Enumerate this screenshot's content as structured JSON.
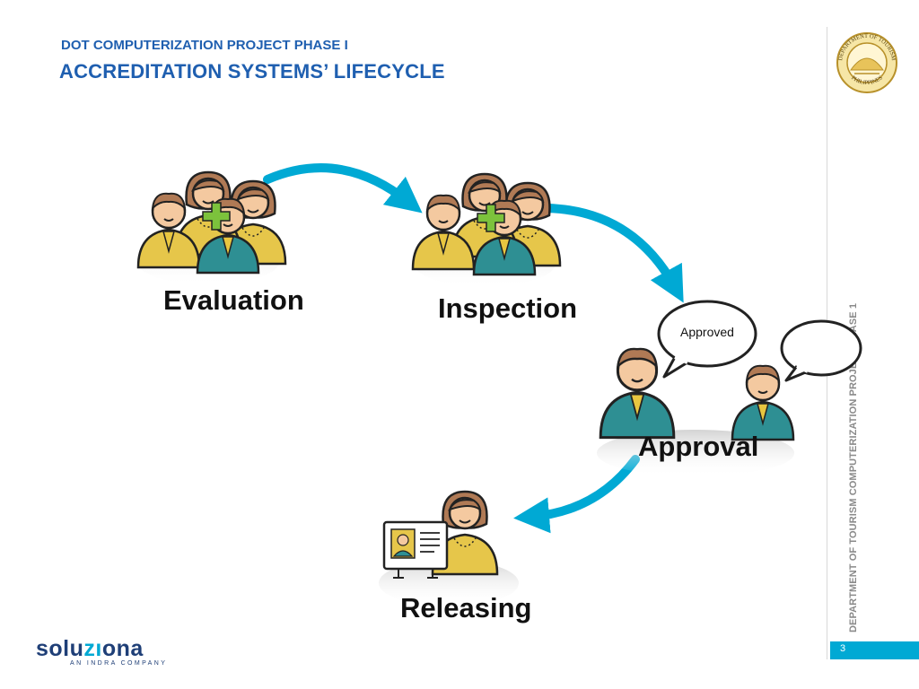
{
  "header": {
    "line1": "DOT COMPUTERIZATION PROJECT PHASE I",
    "line2": "ACCREDITATION SYSTEMS’ LIFECYCLE"
  },
  "seal": {
    "top_text": "DEPARTMENT OF TOURISM",
    "bottom_text": "PHILIPPINES"
  },
  "sidebar": {
    "vertical_text": "DEPARTMENT OF TOURISM COMPUTERIZATION PROJECT PHASE 1",
    "page_number": "3"
  },
  "stages": {
    "evaluation": "Evaluation",
    "inspection": "Inspection",
    "approval": "Approval",
    "releasing": "Releasing"
  },
  "speech_bubble": {
    "text": "Approved"
  },
  "logo": {
    "main_a": "solu",
    "main_b": "zı",
    "main_c": "ona",
    "sub": "AN INDRA COMPANY"
  },
  "colors": {
    "accent": "#00a9d4",
    "title": "#1f5fb0",
    "teal": "#2e8f93",
    "yellow": "#e6c64a",
    "skin": "#f4c9a0",
    "hair": "#b07a55",
    "green": "#7cc23c"
  }
}
